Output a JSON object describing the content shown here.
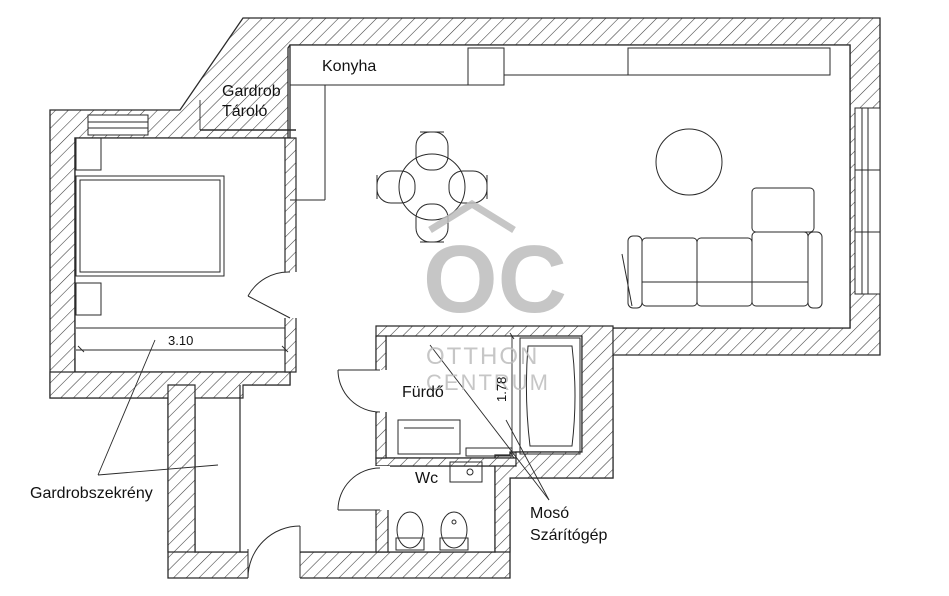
{
  "labels": {
    "kitchen": "Konyha",
    "wardrobe_line1": "Gardrob",
    "wardrobe_line2": "Tároló",
    "bathroom": "Fürdő",
    "wc": "Wc",
    "closet": "Gardrobszekrény",
    "washer_line1": "Mosó",
    "washer_line2": "Szárítógép"
  },
  "dimensions": {
    "bedroom_width": "3.10",
    "bathroom_width": "1.78"
  },
  "watermark": {
    "logo_letters": "OC",
    "line1": "OTTHON",
    "line2": "CENTRUM"
  },
  "colors": {
    "wall": "#2a2a2a",
    "hatch": "#3a3a3a",
    "watermark": "#bdbdbd"
  }
}
